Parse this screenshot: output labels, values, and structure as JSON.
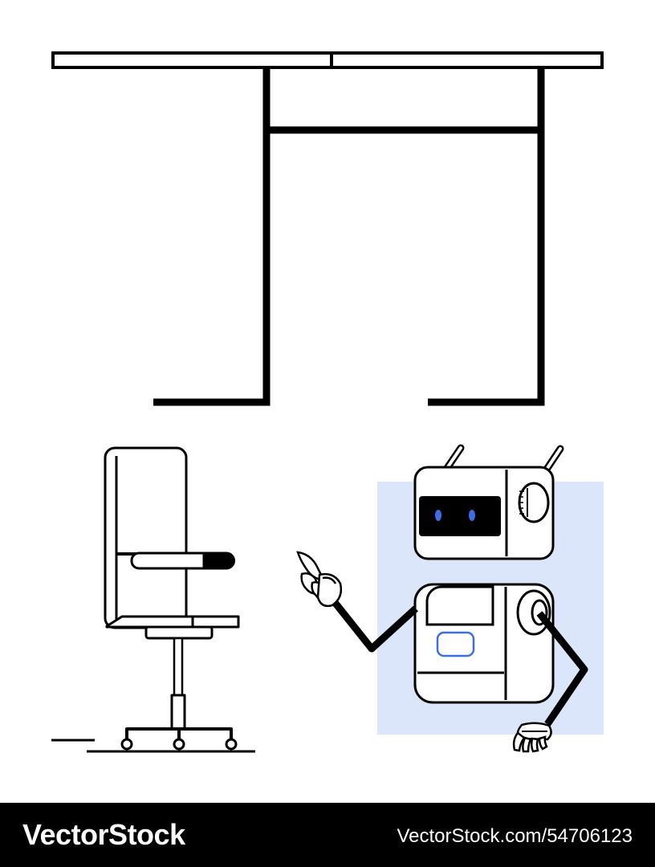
{
  "footer": {
    "brand": "VectorStock",
    "url": "VectorStock.com/54706123"
  },
  "colors": {
    "ink": "#000000",
    "paper": "#ffffff",
    "highlight_panel": "#dce6fb",
    "robot_accent": "#3d6ee8"
  },
  "icons": [
    "desk",
    "office-chair",
    "robot"
  ]
}
